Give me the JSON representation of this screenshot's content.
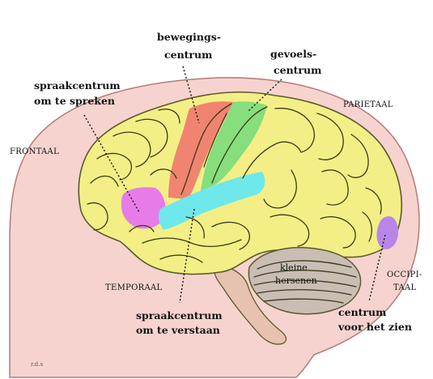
{
  "colors": {
    "head": "#f6d3cf",
    "head_outline": "#b57b74",
    "brain": "#f3ef86",
    "brain_outline": "#5b5a2a",
    "motor": "#ef7d6f",
    "sensory": "#7fdc7b",
    "broca": "#e77be8",
    "wernicke": "#6ee8ea",
    "visual": "#b985ea",
    "cerebellum": "#c9bdb4",
    "brainstem": "#e7c2b0"
  },
  "labels": {
    "motor_line1": "bewegings-",
    "motor_line2": "centrum",
    "sensory_line1": "gevoels-",
    "sensory_line2": "centrum",
    "broca_line1": "spraakcentrum",
    "broca_line2": "om te spreken",
    "wernicke_line1": "spraakcentrum",
    "wernicke_line2": "om te verstaan",
    "visual_line1": "centrum",
    "visual_line2": "voor het zien"
  },
  "regions": {
    "frontal": "FRONTAAL",
    "parietal": "PARIETAAL",
    "temporal": "TEMPORAAL",
    "occipital_line1": "OCCIPI-",
    "occipital_line2": "TAAL"
  },
  "cerebellum": {
    "line1": "kleine",
    "line2": "hersenen"
  },
  "signature": "r.d.s"
}
